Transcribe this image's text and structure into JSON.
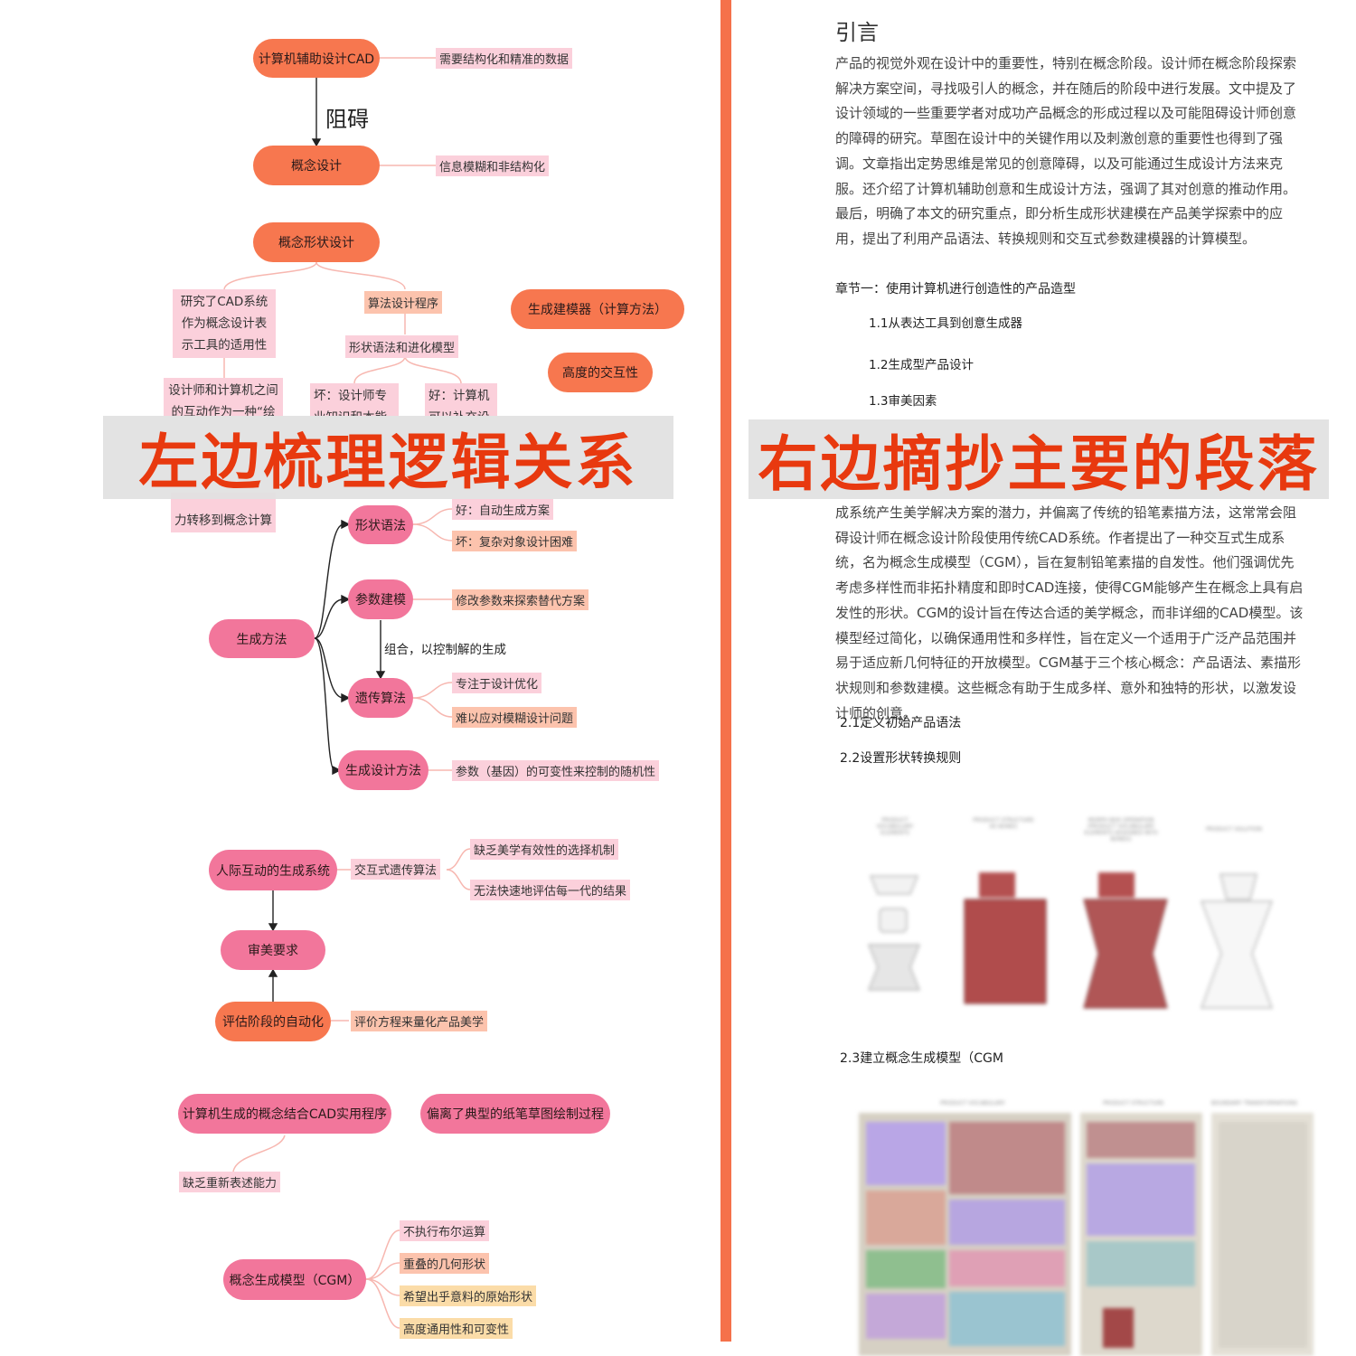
{
  "colors": {
    "orange": "#f7774f",
    "pink": "#f2769b",
    "divider": "#f5714a",
    "banner_text": "#e8390f"
  },
  "left": {
    "top": {
      "cad": "计算机辅助设计CAD",
      "cad_note": "需要结构化和精准的数据",
      "obstacle": "阻碍",
      "concept": "概念设计",
      "concept_note": "信息模糊和非结构化"
    },
    "shape": {
      "root": "概念形状设计",
      "research": "研究了CAD系统作为概念设计表示工具的适用性",
      "algo": "算法设计程序",
      "evo": "形状语法和进化模型",
      "bad": "坏：设计师专业知识和本能",
      "good": "好：计算机可以补充设",
      "interact": "设计师和计算机之间的互动作为一种“绘",
      "transfer": "力转移到概念计算机工具上",
      "gen_modeler": "生成建模器（计算方法）",
      "high_interact": "高度的交互性"
    },
    "methods": {
      "root": "生成方法",
      "grammar": "形状语法",
      "grammar_good": "好：自动生成方案",
      "grammar_bad": "坏：复杂对象设计困难",
      "param": "参数建模",
      "param_note": "修改参数来探索替代方案",
      "combine": "组合，以控制解的生成",
      "genetic": "遗传算法",
      "genetic_a": "专注于设计优化",
      "genetic_b": "难以应对模糊设计问题",
      "gen_design": "生成设计方法",
      "gen_design_note": "参数（基因）的可变性来控制的随机性"
    },
    "human": {
      "root": "人际互动的生成系统",
      "iga": "交互式遗传算法",
      "iga_a": "缺乏美学有效性的选择机制",
      "iga_b": "无法快速地评估每一代的结果",
      "aesthetic": "审美要求",
      "auto_eval": "评估阶段的自动化",
      "auto_eval_note": "评价方程来量化产品美学"
    },
    "cad_concept": {
      "a": "计算机生成的概念结合CAD实用程序",
      "b": "偏离了典型的纸笔草图绘制过程",
      "c": "缺乏重新表述能力"
    },
    "cgm": {
      "root": "概念生成模型（CGM）",
      "a": "不执行布尔运算",
      "b": "重叠的几何形状",
      "c": "希望出乎意料的原始形状",
      "d": "高度通用性和可变性"
    }
  },
  "banners": {
    "left": "左边梳理逻辑关系",
    "right": "右边摘抄主要的段落"
  },
  "right": {
    "title": "引言",
    "intro": "产品的视觉外观在设计中的重要性，特别在概念阶段。设计师在概念阶段探索解决方案空间，寻找吸引人的概念，并在随后的阶段中进行发展。文中提及了设计领域的一些重要学者对成功产品概念的形成过程以及可能阻碍设计师创意的障碍的研究。草图在设计中的关键作用以及刺激创意的重要性也得到了强调。文章指出定势思维是常见的创意障碍，以及可能通过生成设计方法来克服。还介绍了计算机辅助创意和生成设计方法，强调了其对创意的推动作用。最后，明确了本文的研究重点，即分析生成形状建模在产品美学探索中的应用，提出了利用产品语法、转换规则和交互式参数建模器的计算模型。",
    "ch1": "章节一：使用计算机进行创造性的产品造型",
    "s11": "1.1从表达工具到创意生成器",
    "s12": "1.2生成型产品设计",
    "s13": "1.3审美因素",
    "para2": "成系统产生美学解决方案的潜力，并偏离了传统的铅笔素描方法，这常常会阻碍设计师在概念设计阶段使用传统CAD系统。作者提出了一种交互式生成系统，名为概念生成模型（CGM），旨在复制铅笔素描的自发性。他们强调优先考虑多样性而非拓扑精度和即时CAD连接，使得CGM能够产生在概念上具有启发性的形状。CGM的设计旨在传达合适的美学概念，而非详细的CAD模型。该模型经过简化，以确保通用性和多样性，旨在定义一个适用于广泛产品范围并易于适应新几何特征的开放模型。CGM基于三个核心概念：产品语法、素描形状规则和参数建模。这些概念有助于生成多样、意外和独特的形状，以激发设计师的创意。",
    "s21": "2.1定义初始产品语法",
    "s22": "2.2设置形状转换规则",
    "s23": "2.3建立概念生成模型（CGM",
    "fig_labels": [
      "PRODUCT VOCABULARY ELEMENTS",
      "PRODUCT STRUCTURE AS BONES",
      "MORPH BOX OPERATION (PRODUCT VOCABULARY ELEMENTS ASSIGNED INTO BONES)",
      "PRODUCT SOLUTION"
    ],
    "fig2_labels": [
      "PRODUCT VOCABULARY",
      "PRODUCT STRUCTURE",
      "BOUNDARY TRANSFORMATIONS"
    ]
  }
}
